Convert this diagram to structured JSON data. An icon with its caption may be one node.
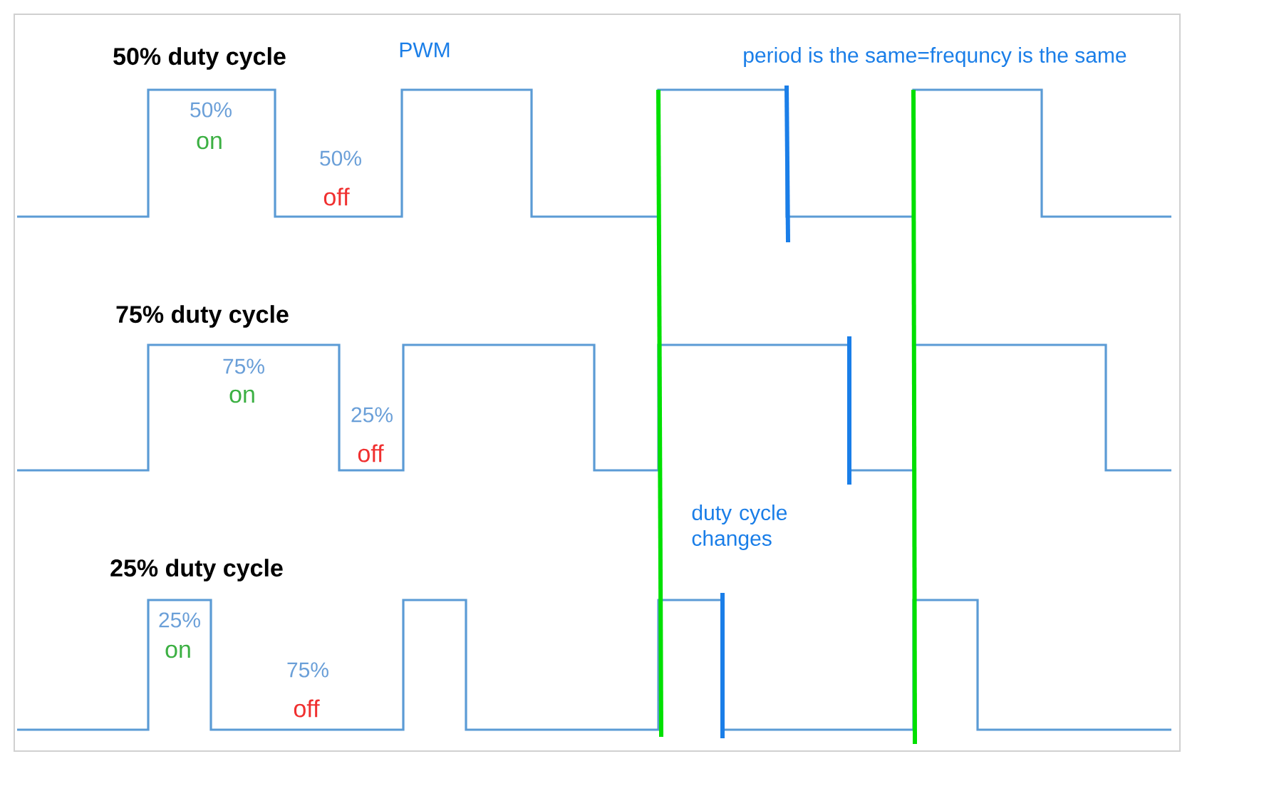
{
  "diagram": {
    "labels": [
      "50% duty cycle",
      "PWM",
      "period is the same=frequncy is the same",
      "50%",
      "on",
      "50%",
      "off",
      "75% duty cycle",
      "75%",
      "on",
      "25%",
      "off",
      "duty cycle changes",
      "25% duty cycle",
      "25%",
      "on",
      "75%",
      "off"
    ]
  }
}
